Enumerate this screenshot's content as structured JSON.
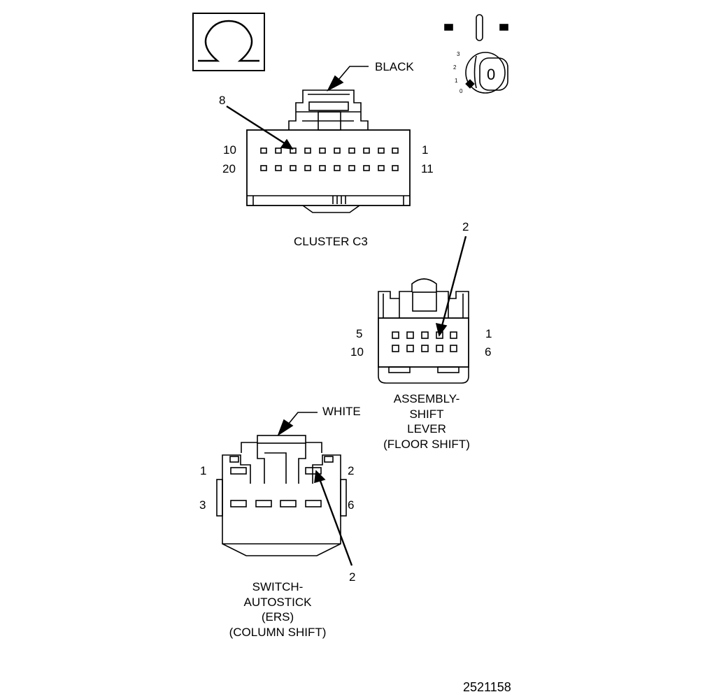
{
  "figure_id": "2521158",
  "cluster": {
    "callout_color": "BLACK",
    "pointer_pin": "8",
    "pin_top_left": "10",
    "pin_top_right": "1",
    "pin_bottom_left": "20",
    "pin_bottom_right": "11",
    "name": "CLUSTER C3"
  },
  "key_switch": {
    "positions": [
      "3",
      "2",
      "1",
      "0"
    ],
    "key_label": "0"
  },
  "shift_lever": {
    "pointer_pin": "2",
    "pin_top_left": "5",
    "pin_top_right": "1",
    "pin_bottom_left": "10",
    "pin_bottom_right": "6",
    "name_lines": [
      "ASSEMBLY-",
      "SHIFT",
      "LEVER",
      "(FLOOR SHIFT)"
    ]
  },
  "autostick": {
    "callout_color": "WHITE",
    "pointer_pin": "2",
    "pin_top_left": "1",
    "pin_top_right": "2",
    "pin_bottom_left": "3",
    "pin_bottom_right": "6",
    "name_lines": [
      "SWITCH-",
      "AUTOSTICK",
      "(ERS)",
      "(COLUMN SHIFT)"
    ]
  },
  "icons": {
    "ground_symbol": "omega-icon",
    "ignition": "ignition-key-icon"
  },
  "colors": {
    "line": "#000000",
    "background": "#ffffff"
  }
}
